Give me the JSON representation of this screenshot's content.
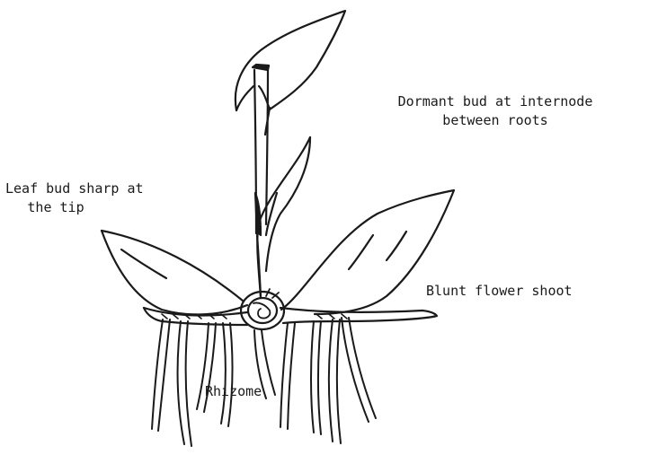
{
  "diagram": {
    "labels": {
      "dormant_bud_line1": "Dormant bud at internode",
      "dormant_bud_line2": "between roots",
      "leaf_bud_line1": "Leaf bud sharp at",
      "leaf_bud_line2": "the tip",
      "blunt_flower_shoot": "Blunt flower shoot",
      "rhizome": "Rhizome"
    },
    "parts": [
      "tall-leaf-icon",
      "stalk-icon",
      "leaf-bud-icon",
      "left-leaf-icon",
      "right-leaf-icon",
      "rhizome-body-icon",
      "dormant-bud-icon",
      "roots-icon"
    ],
    "colors": {
      "ink": "#1a1a1a",
      "background": "#ffffff"
    }
  }
}
